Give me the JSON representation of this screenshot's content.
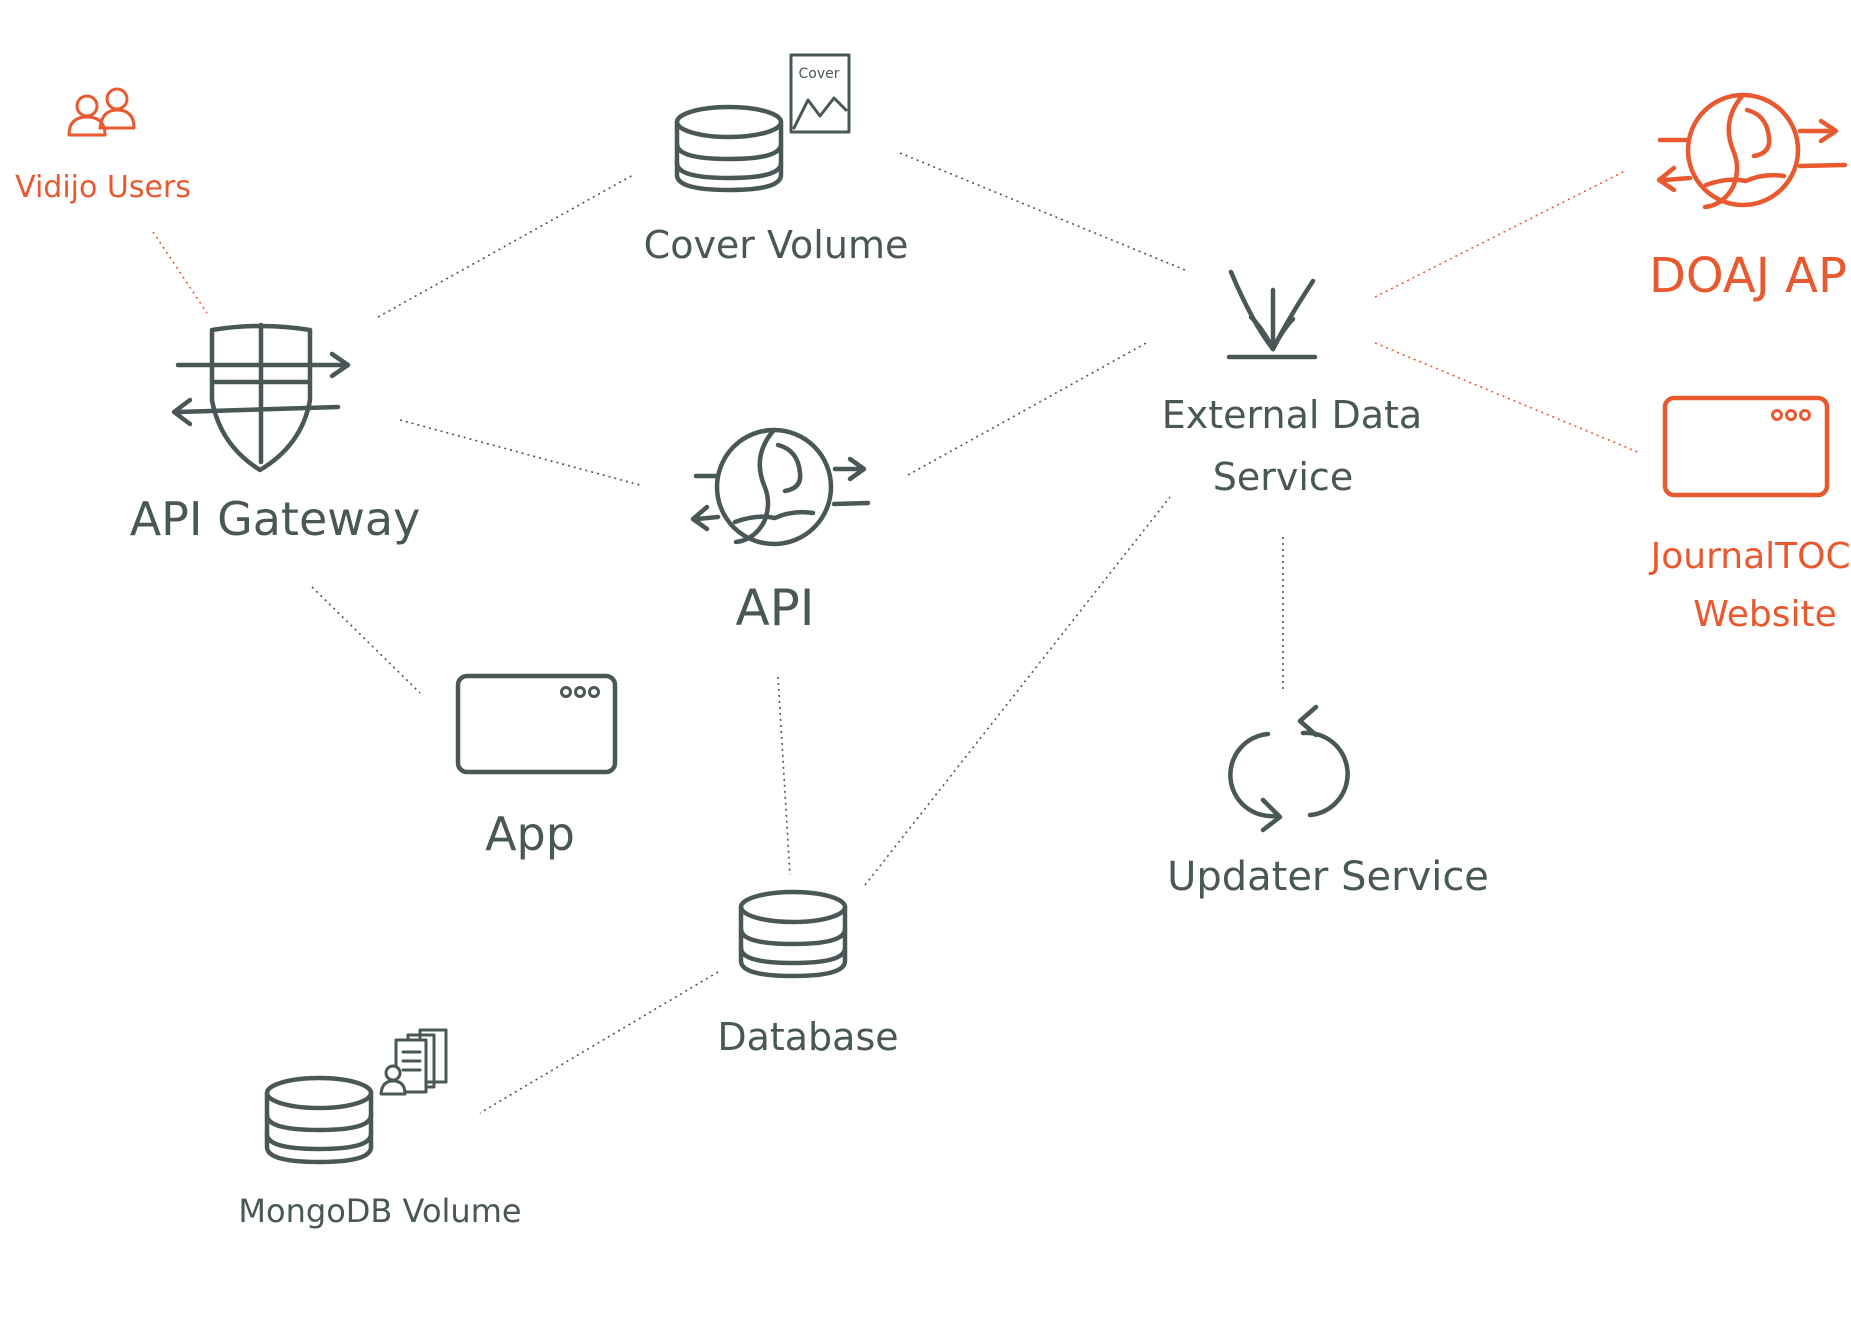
{
  "colors": {
    "ink": "#4a5757",
    "external": "#e9592f",
    "background": "#ffffff"
  },
  "nodes": {
    "vidijo_users": {
      "label": "Vidijo Users",
      "icon": "users-icon"
    },
    "api_gateway": {
      "label": "API Gateway",
      "icon": "shield-arrows-icon"
    },
    "cover_volume": {
      "label": "Cover Volume",
      "icon": "database-icon",
      "badge_icon": "cover-image-icon",
      "badge_text": "Cover"
    },
    "api": {
      "label": "API",
      "icon": "globe-arrows-icon"
    },
    "app": {
      "label": "App",
      "icon": "browser-window-icon"
    },
    "database": {
      "label": "Database",
      "icon": "database-icon"
    },
    "mongodb_volume": {
      "label": "MongoDB Volume",
      "icon": "database-icon",
      "badge_icon": "documents-user-icon"
    },
    "external_data_service": {
      "label_line1": "External Data",
      "label_line2": "Service",
      "icon": "download-arrow-icon"
    },
    "updater_service": {
      "label": "Updater Service",
      "icon": "refresh-icon"
    },
    "doaj_api": {
      "label": "DOAJ API",
      "icon": "globe-arrows-icon"
    },
    "journaltocs_website": {
      "label_line1": "JournalTOCs",
      "label_line2": "Website",
      "icon": "browser-window-icon"
    }
  },
  "edges": [
    {
      "from": "vidijo_users",
      "to": "api_gateway",
      "style": "external"
    },
    {
      "from": "api_gateway",
      "to": "cover_volume",
      "style": "internal"
    },
    {
      "from": "api_gateway",
      "to": "api",
      "style": "internal"
    },
    {
      "from": "api_gateway",
      "to": "app",
      "style": "internal"
    },
    {
      "from": "cover_volume",
      "to": "external_data_service",
      "style": "internal"
    },
    {
      "from": "api",
      "to": "external_data_service",
      "style": "internal"
    },
    {
      "from": "api",
      "to": "database",
      "style": "internal"
    },
    {
      "from": "database",
      "to": "external_data_service",
      "style": "internal"
    },
    {
      "from": "database",
      "to": "mongodb_volume",
      "style": "internal"
    },
    {
      "from": "external_data_service",
      "to": "updater_service",
      "style": "internal"
    },
    {
      "from": "external_data_service",
      "to": "doaj_api",
      "style": "external"
    },
    {
      "from": "external_data_service",
      "to": "journaltocs_website",
      "style": "external"
    }
  ]
}
